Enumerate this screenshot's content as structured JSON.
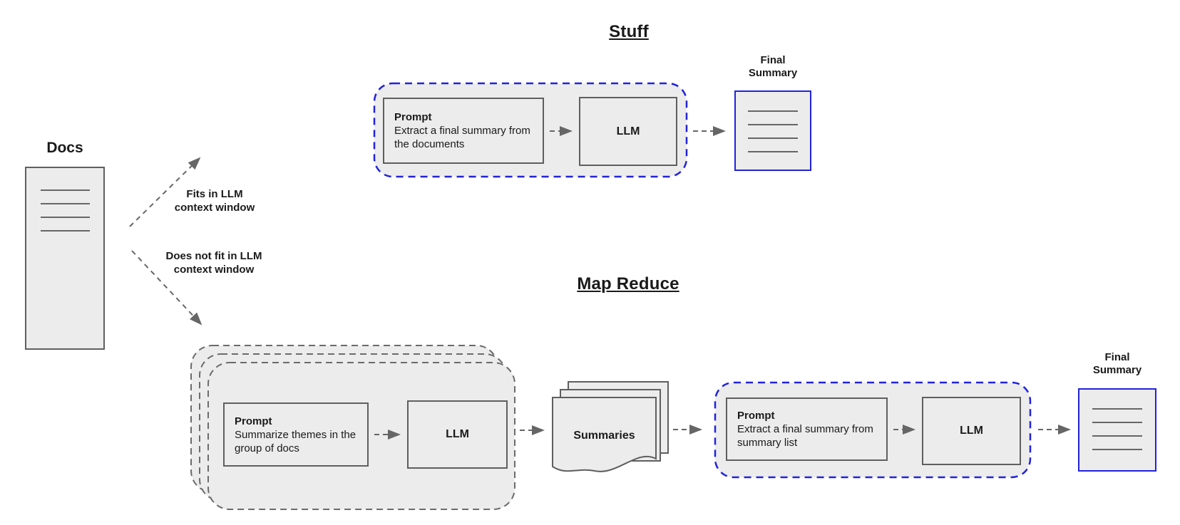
{
  "docs": {
    "label": "Docs"
  },
  "branches": {
    "fits": [
      "Fits in LLM",
      "context window"
    ],
    "not_fit": [
      "Does not fit in LLM",
      "context window"
    ]
  },
  "stuff": {
    "title": "Stuff",
    "prompt": {
      "title": "Prompt",
      "body": "Extract a final summary from the documents"
    },
    "llm": "LLM",
    "output": {
      "line1": "Final",
      "line2": "Summary"
    }
  },
  "map_reduce": {
    "title": "Map Reduce",
    "map_prompt": {
      "title": "Prompt",
      "body": "Summarize themes in the group of docs"
    },
    "map_llm": "LLM",
    "summaries": "Summaries",
    "reduce_prompt": {
      "title": "Prompt",
      "body": "Extract a final summary from summary list"
    },
    "reduce_llm": "LLM",
    "output": {
      "line1": "Final",
      "line2": "Summary"
    }
  },
  "colors": {
    "accent_blue": "#2222dd",
    "box_fill": "#ececec",
    "border_gray": "#5f5f5f",
    "arrow_gray": "#666666",
    "text": "#1a1a1a"
  }
}
